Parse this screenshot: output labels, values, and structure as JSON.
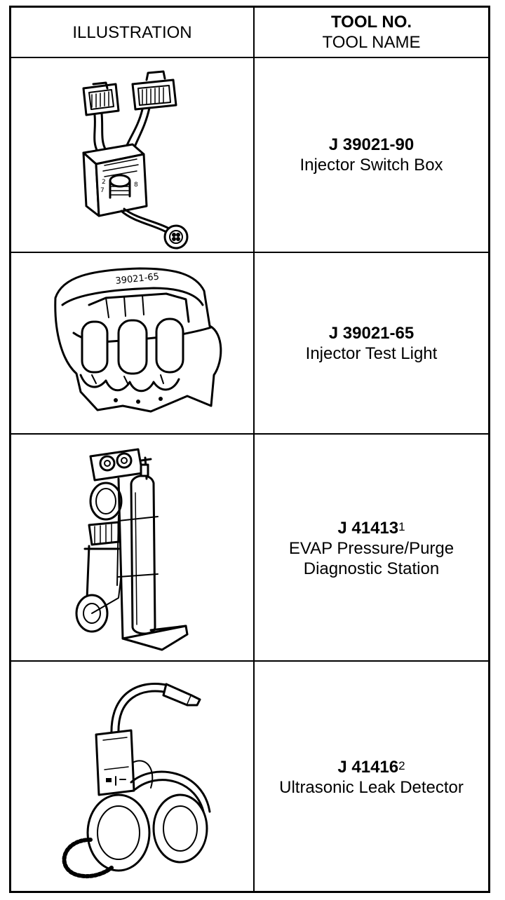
{
  "header": {
    "illustration": "ILLUSTRATION",
    "tool_no": "TOOL NO.",
    "tool_name": "TOOL NAME"
  },
  "tools": [
    {
      "number": "J 39021-90",
      "footnote": "",
      "name_lines": [
        "Injector Switch Box"
      ],
      "illustration": "injector-switch-box",
      "label_on_tool": ""
    },
    {
      "number": "J 39021-65",
      "footnote": "",
      "name_lines": [
        "Injector Test Light"
      ],
      "illustration": "injector-test-light",
      "label_on_tool": "39021-65"
    },
    {
      "number": "J 41413",
      "footnote": "1",
      "name_lines": [
        "EVAP Pressure/Purge",
        "Diagnostic Station"
      ],
      "illustration": "evap-station-cart"
    },
    {
      "number": "J 41416",
      "footnote": "2",
      "name_lines": [
        "Ultrasonic Leak Detector"
      ],
      "illustration": "ultrasonic-leak-detector-headset"
    }
  ]
}
